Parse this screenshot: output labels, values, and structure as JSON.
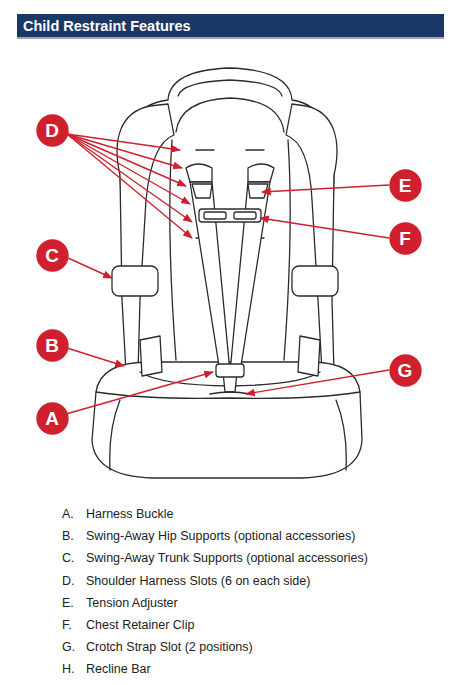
{
  "diagram": {
    "title": "Child Restraint Features",
    "nodes": [
      {
        "text": [
          "D"
        ]
      },
      {
        "text": [
          "E"
        ]
      },
      {
        "text": [
          "F"
        ]
      },
      {
        "text": [
          "C"
        ]
      },
      {
        "text": [
          "B"
        ]
      },
      {
        "text": [
          "G"
        ]
      },
      {
        "text": [
          "A"
        ]
      }
    ],
    "labels": [
      "A.",
      "Harness Buckle",
      "B.",
      "Swing-Away Hip Supports (optional accessories)",
      "C.",
      "Swing-Away Trunk Supports (optional accessories)",
      "D.",
      "Shoulder Harness Slots (6 on each side)",
      "E.",
      "Tension Adjuster",
      "F.",
      "Chest Retainer Clip",
      "G.",
      "Crotch Strap Slot (2 positions)",
      "H.",
      "Recline Bar"
    ]
  }
}
